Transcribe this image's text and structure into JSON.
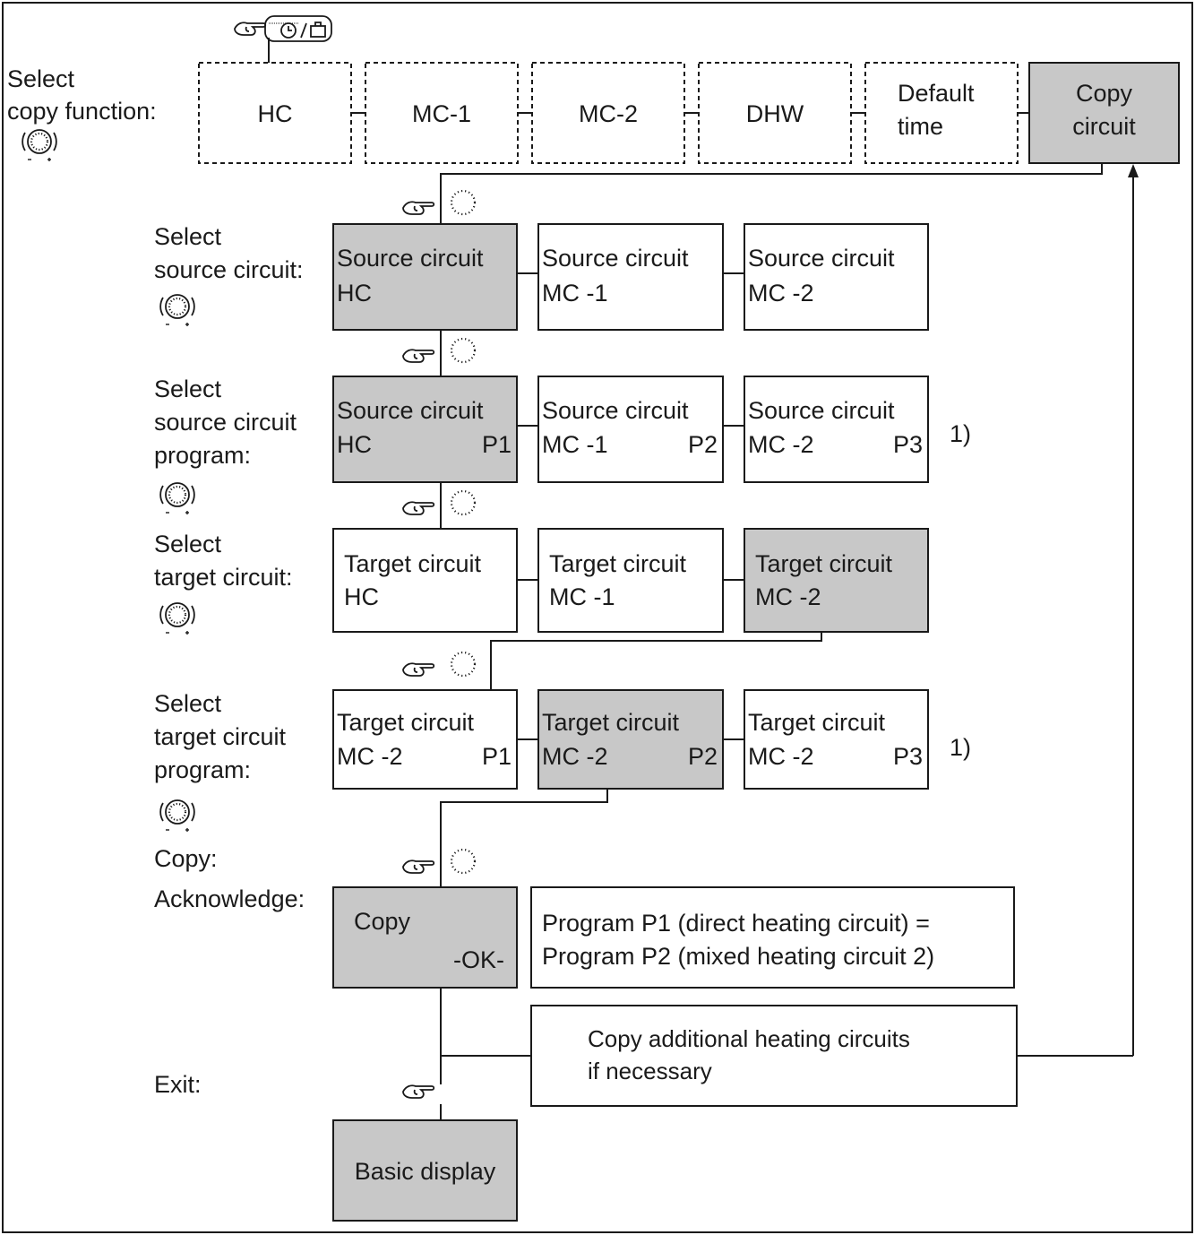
{
  "colors": {
    "highlight": "#c8c8c8",
    "line": "#1a1a1a",
    "background": "#ffffff"
  },
  "labels": {
    "select_copy_function": [
      "Select",
      "copy function:"
    ],
    "select_source_circuit": [
      "Select",
      "source circuit:"
    ],
    "select_source_program": [
      "Select",
      "source circuit",
      "program:"
    ],
    "select_target_circuit": [
      "Select",
      "target circuit:"
    ],
    "select_target_program": [
      "Select",
      "target circuit",
      "program:"
    ],
    "copy": "Copy:",
    "acknowledge": "Acknowledge:",
    "exit": "Exit:"
  },
  "copy_function_options": [
    {
      "lines": [
        "HC"
      ],
      "selected": false
    },
    {
      "lines": [
        "MC-1"
      ],
      "selected": false
    },
    {
      "lines": [
        "MC-2"
      ],
      "selected": false
    },
    {
      "lines": [
        "DHW"
      ],
      "selected": false
    },
    {
      "lines": [
        "Default",
        "time"
      ],
      "selected": false
    },
    {
      "lines": [
        "Copy",
        "circuit"
      ],
      "selected": true
    }
  ],
  "source_circuit_options": [
    {
      "title": "Source circuit",
      "circuit": "HC",
      "program": "",
      "selected": true
    },
    {
      "title": "Source circuit",
      "circuit": "MC -1",
      "program": "",
      "selected": false
    },
    {
      "title": "Source circuit",
      "circuit": "MC -2",
      "program": "",
      "selected": false
    }
  ],
  "source_program_options": [
    {
      "title": "Source circuit",
      "circuit": "HC",
      "program": "P1",
      "selected": true
    },
    {
      "title": "Source circuit",
      "circuit": "MC -1",
      "program": "P2",
      "selected": false
    },
    {
      "title": "Source circuit",
      "circuit": "MC -2",
      "program": "P3",
      "selected": false
    }
  ],
  "target_circuit_options": [
    {
      "title": "Target circuit",
      "circuit": "HC",
      "program": "",
      "selected": false
    },
    {
      "title": "Target circuit",
      "circuit": "MC -1",
      "program": "",
      "selected": false
    },
    {
      "title": "Target circuit",
      "circuit": "MC -2",
      "program": "",
      "selected": true
    }
  ],
  "target_program_options": [
    {
      "title": "Target circuit",
      "circuit": "MC -2",
      "program": "P1",
      "selected": false
    },
    {
      "title": "Target circuit",
      "circuit": "MC -2",
      "program": "P2",
      "selected": true
    },
    {
      "title": "Target circuit",
      "circuit": "MC -2",
      "program": "P3",
      "selected": false
    }
  ],
  "footnote_marker": "1)",
  "copy_ok_box": {
    "line1": "Copy",
    "line2": "-OK-"
  },
  "result_note": [
    "Program P1 (direct heating circuit) =",
    "Program P2 (mixed heating circuit 2)"
  ],
  "additional_note": [
    "Copy additional heating circuits",
    "if necessary"
  ],
  "basic_display": "Basic display",
  "icons": [
    "pointing-hand-icon",
    "clock-suitcase-button-icon",
    "rotary-knob-icon",
    "press-knob-icon"
  ]
}
